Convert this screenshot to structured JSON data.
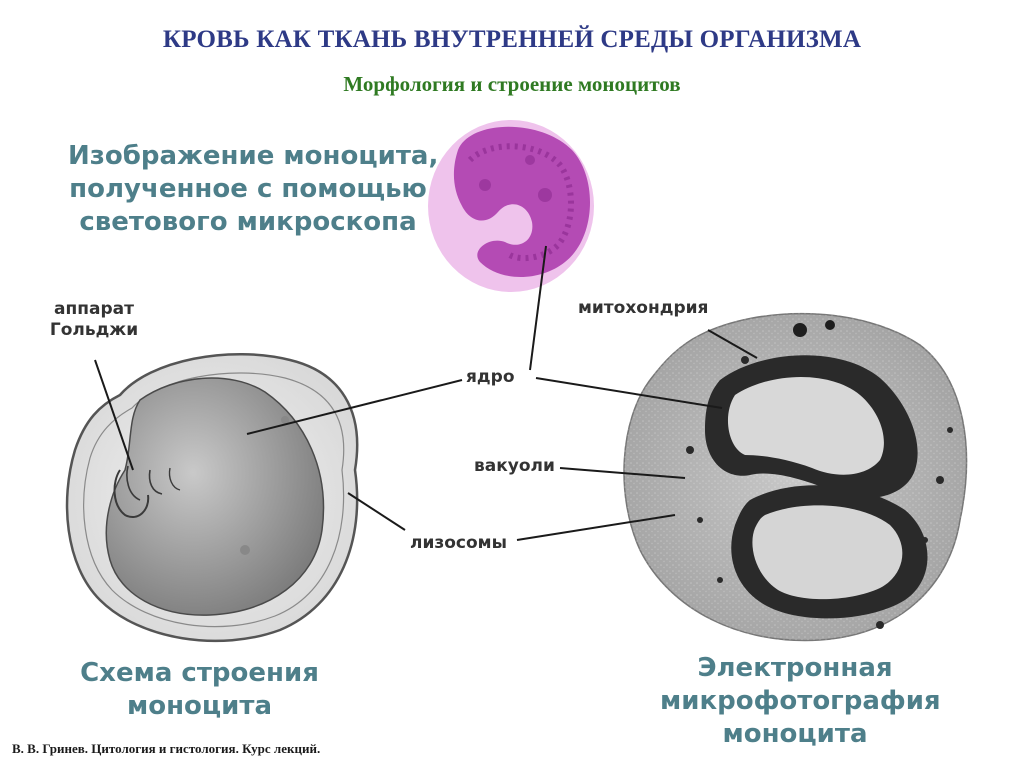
{
  "header": {
    "title": "КРОВЬ КАК ТКАНЬ ВНУТРЕННЕЙ СРЕДЫ ОРГАНИЗМА",
    "subtitle": "Морфология и строение моноцитов"
  },
  "captions": {
    "light_microscope": [
      "Изображение моноцита,",
      "полученное с помощью",
      "светового микроскопа"
    ],
    "scheme": [
      "Схема строения",
      "моноцита"
    ],
    "electron": [
      "Электронная",
      "микрофотография",
      "моноцита"
    ]
  },
  "labels": {
    "golgi": [
      "аппарат",
      "Гольджи"
    ],
    "mitochondria": "митохондрия",
    "nucleus": "ядро",
    "vacuoles": "вакуоли",
    "lysosomes": "лизосомы"
  },
  "footer": "В. В. Гринев. Цитология и гистология. Курс лекций.",
  "colors": {
    "title": "#2e3a86",
    "subtitle": "#2f7a22",
    "caption": "#4e7f8a",
    "stain_light": "#ecb8e8",
    "stain_dark": "#b23fb2"
  }
}
